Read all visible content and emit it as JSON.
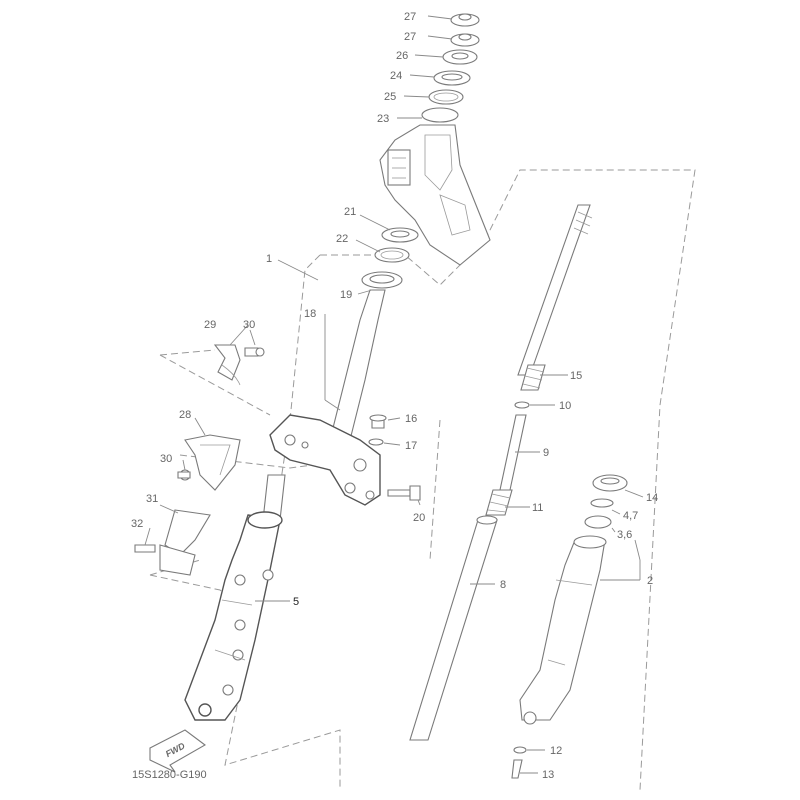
{
  "diagram_code": "15S1280-G190",
  "fwd_label": "FWD",
  "callouts": {
    "p1": "1",
    "p2": "2",
    "p3_6": "3,6",
    "p4_7": "4,7",
    "p5": "5",
    "p8": "8",
    "p9": "9",
    "p10": "10",
    "p11": "11",
    "p12": "12",
    "p13": "13",
    "p14": "14",
    "p15": "15",
    "p16": "16",
    "p17": "17",
    "p18": "18",
    "p19": "19",
    "p20": "20",
    "p21": "21",
    "p22": "22",
    "p23": "23",
    "p24": "24",
    "p25": "25",
    "p26": "26",
    "p27a": "27",
    "p27b": "27",
    "p28": "28",
    "p29": "29",
    "p30a": "30",
    "p30b": "30",
    "p31": "31",
    "p32": "32"
  }
}
